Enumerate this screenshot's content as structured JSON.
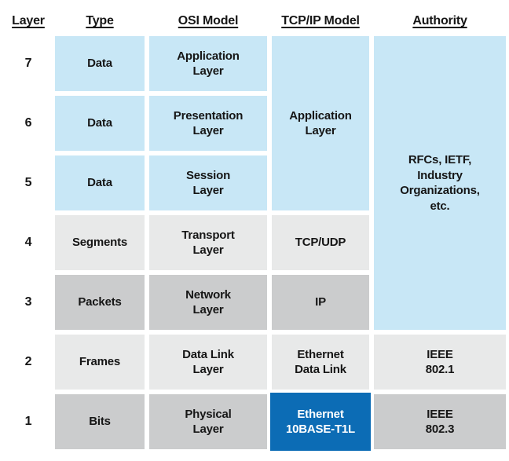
{
  "title": "OSI Model vs TCP/IP Model layer comparison table",
  "colors": {
    "light_blue": "#c8e7f6",
    "light_gray": "#e8e9e9",
    "dark_gray": "#cbcccd",
    "brand_blue": "#0c6cb5",
    "text": "#161616",
    "inverse_text": "#ffffff"
  },
  "headers": {
    "layer": "Layer",
    "type": "Type",
    "osi": "OSI Model",
    "tcpip": "TCP/IP Model",
    "authority": "Authority"
  },
  "rows": [
    {
      "layer": "7",
      "type": "Data",
      "osi": "Application\nLayer"
    },
    {
      "layer": "6",
      "type": "Data",
      "osi": "Presentation\nLayer"
    },
    {
      "layer": "5",
      "type": "Data",
      "osi": "Session\nLayer"
    },
    {
      "layer": "4",
      "type": "Segments",
      "osi": "Transport\nLayer",
      "tcpip": "TCP/UDP"
    },
    {
      "layer": "3",
      "type": "Packets",
      "osi": "Network\nLayer",
      "tcpip": "IP"
    },
    {
      "layer": "2",
      "type": "Frames",
      "osi": "Data Link\nLayer",
      "tcpip": "Ethernet\nData Link",
      "authority": "IEEE\n802.1"
    },
    {
      "layer": "1",
      "type": "Bits",
      "osi": "Physical\nLayer",
      "tcpip": "Ethernet\n10BASE-T1L",
      "authority": "IEEE\n802.3"
    }
  ],
  "merged": {
    "tcpip_application": "Application\nLayer",
    "authority_rfcs": "RFCs, IETF,\nIndustry\nOrganizations,\netc."
  }
}
